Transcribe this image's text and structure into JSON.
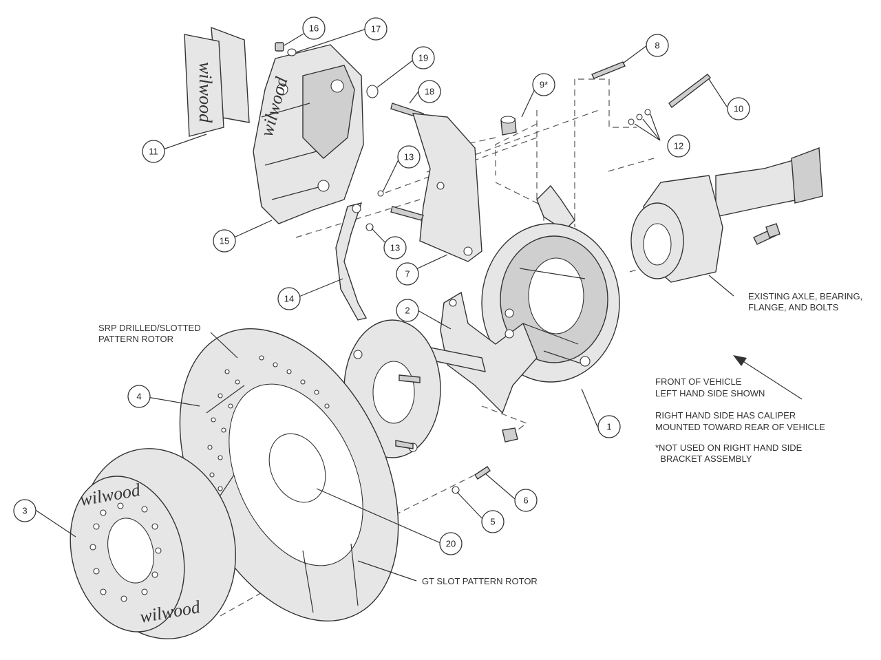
{
  "labels": {
    "srp_rotor": [
      "SRP DRILLED/SLOTTED",
      "PATTERN ROTOR"
    ],
    "gt_rotor": "GT SLOT PATTERN ROTOR",
    "axle": [
      "EXISTING AXLE, BEARING,",
      "FLANGE, AND BOLTS"
    ],
    "front": [
      "FRONT OF VEHICLE",
      "LEFT HAND SIDE SHOWN"
    ],
    "rh_caliper": [
      "RIGHT HAND SIDE HAS CALIPER",
      "MOUNTED TOWARD REAR OF VEHICLE"
    ],
    "not_used": [
      "*NOT USED ON RIGHT HAND SIDE",
      "  BRACKET ASSEMBLY"
    ]
  },
  "logos": [
    "wilwood",
    "wilwood",
    "wilwood",
    "wilwood"
  ],
  "callouts": [
    "1",
    "2",
    "3",
    "4",
    "5",
    "6",
    "7",
    "8",
    "9*",
    "10",
    "11",
    "12",
    "13",
    "13",
    "14",
    "15",
    "16",
    "17",
    "18",
    "19",
    "20"
  ]
}
